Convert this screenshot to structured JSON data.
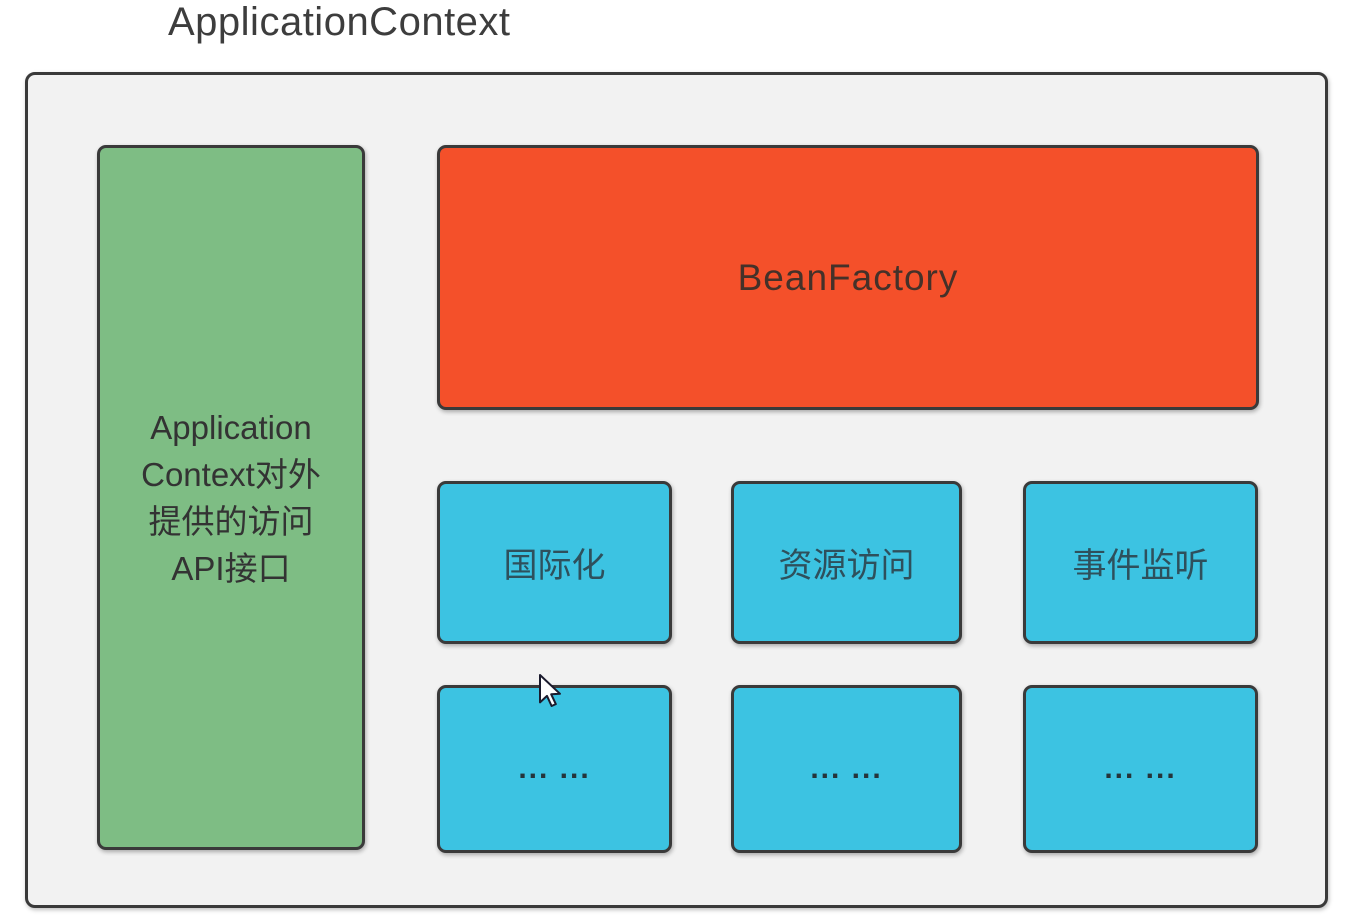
{
  "title": "ApplicationContext",
  "colors": {
    "panel_bg": "#f2f2f2",
    "border": "#3a3a3a",
    "green": "#7ebd84",
    "red": "#f4502a",
    "cyan": "#3cc3e2",
    "title_text": "#3d3d3d"
  },
  "api_box": {
    "line1": "Application",
    "line2": "Context对外",
    "line3": "提供的访问",
    "line4": "API接口"
  },
  "bean_factory": {
    "label": "BeanFactory"
  },
  "features": [
    {
      "label": "国际化"
    },
    {
      "label": "资源访问"
    },
    {
      "label": "事件监听"
    }
  ],
  "placeholders": [
    {
      "label": "... ..."
    },
    {
      "label": "... ..."
    },
    {
      "label": "... ..."
    }
  ],
  "cursor": "arrow-pointer"
}
